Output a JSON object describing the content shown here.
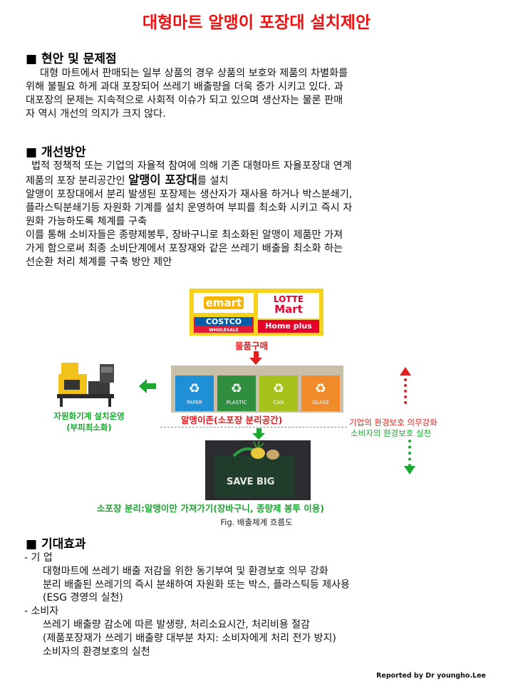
{
  "title": "대형마트 알맹이 포장대 설치제안",
  "section1": {
    "heading": "■ 현안 및 문제점",
    "lines": [
      "대형 마트에서 판매되는 일부 상품의 경우 상품의 보호와 제품의 차별화를",
      "위해 불필요 하게 과대 포장되어 쓰레기 배출량을 더욱 증가 시키고 있다.  과",
      "대포장의 문제는 지속적으로 사회적 이슈가 되고 있으며 생산자는 물론 판매",
      "자 역시 개선의 의지가 크지 않다."
    ]
  },
  "section2": {
    "heading": "■ 개선방안",
    "line1": "법적 정책적 또는 기업의 자율적 참여에 의해 기존 대형마트 자율포장대 연계",
    "line2_pre": "제품의 포장 분리공간인 ",
    "line2_bold": "알맹이 포장대",
    "line2_post": "를  설치",
    "lines": [
      "알맹이 포장대에서 분리 발생된 포장제는 생산자가 재사용 하거나 박스분쇄기,",
      "플라스틱분쇄기등 자원화 기계를 설치 운영하여 부피를 최소화 시키고 즉시 자",
      "원화 가능하도록 체계를 구축",
      "이를 통해  소비자들은  종량제봉투, 장바구니로 최소화된 알맹이 제품만 가져",
      "가게 함으로써  최종 소비단계에서 포장재와 같은 쓰레기 배출을 최소화 하는",
      "선순환 처리 체계를 구축 방안 제안"
    ]
  },
  "figure": {
    "logos": {
      "emart": "emart",
      "lotte_top": "LOTTE",
      "lotte_bottom": "Mart",
      "costco": "COSTCO",
      "costco_sub": "WHOLESALE",
      "homeplus": "Home plus"
    },
    "purchase": "물품구매",
    "bins": [
      "PAPER",
      "PLASTIC",
      "CAN",
      "GLASS"
    ],
    "zone": "알맹이존(소포장 분리공간)",
    "machine_line1": "자원화기계 설치운영",
    "machine_line2": "(부피최소화)",
    "corp": "기업의 환경보호 의무강화",
    "consumer": "소비자의   환경보호 실천",
    "bag_text": "SAVE BIG",
    "bottom": "소포장 분리:알맹이만 가져가기(장바구니, 종량제 봉투 이용)",
    "caption": "Fig. 배출체계 흐름도"
  },
  "section3": {
    "heading": "■ 기대효과",
    "sub1": "- 기   업",
    "sub1_items": [
      "대형마트에 쓰레기 배출 저감을 위한 동기부여 및 환경보호 의무 강화",
      "분리 배출된 쓰레기의 즉시 분쇄하여 자원화 또는 박스, 플라스틱등 제사용",
      "(ESG 경영의 실천)"
    ],
    "sub2": "- 소비자",
    "sub2_items": [
      "쓰레기 배출량 감소에 따른 발생량,  처리소요시간, 처리비용 절감",
      "(제품포장재가 쓰레기 배출량 대부분 차지: 소비자에게 처리 전가 방지)",
      "소비자의 환경보호의 실천"
    ]
  },
  "footer": "Reported by Dr youngho.Lee",
  "colors": {
    "title": "#ee1111",
    "red": "#e02020",
    "green": "#1aa830",
    "logo_bg": "#f6d21a"
  }
}
